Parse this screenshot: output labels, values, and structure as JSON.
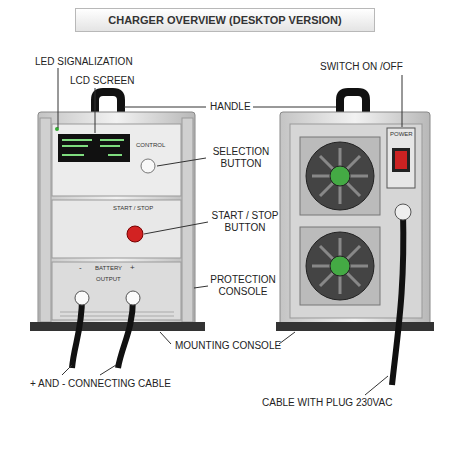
{
  "diagram": {
    "title": "CHARGER OVERVIEW (DESKTOP VERSION)",
    "labels": [
      "LED SIGNALIZATION",
      "LCD SCREEN",
      "HANDLE",
      "SWITCH  ON /OFF",
      "SELECTION BUTTON",
      "START / STOP BUTTON",
      "PROTECTION CONSOLE",
      "MOUNTING CONSOLE",
      "+ AND - CONNECTING CABLE",
      "CABLE WITH PLUG 230VAC",
      "CONTROL",
      "START / STOP",
      "BATTERY",
      "-",
      "+",
      "OUTPUT",
      "POWER"
    ]
  }
}
